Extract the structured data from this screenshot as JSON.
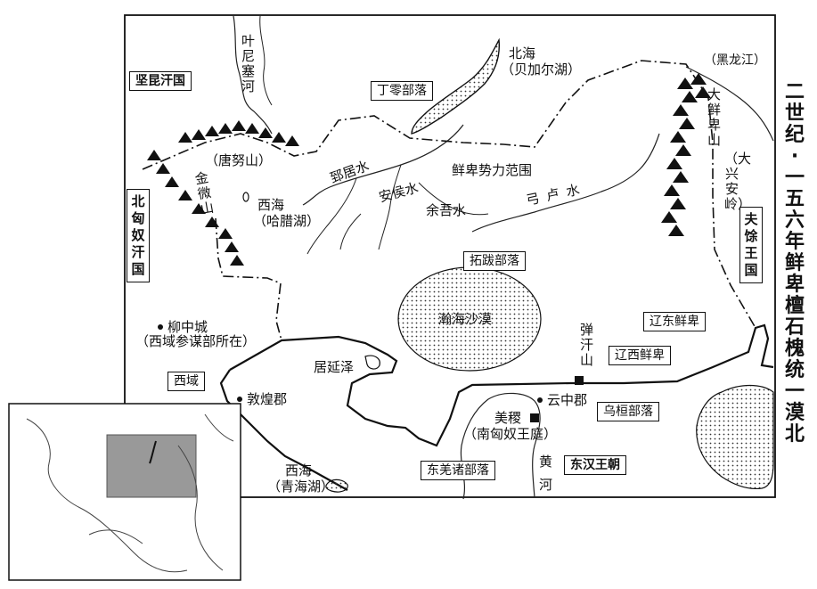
{
  "title": "二世纪·一五六年 鲜卑檀石槐统一漠北",
  "regions": {
    "jiankun": "坚昆汗国",
    "dingling": "丁零部落",
    "north_xiongnu": "北匈奴汗国",
    "fuyu": "夫馀王国",
    "xiyu": "西域",
    "tuoba": "拓跋部落",
    "liaodong": "辽东鲜卑",
    "liaoxi": "辽西鲜卑",
    "wuhuan": "乌桓部落",
    "eastern_han": "东汉王朝",
    "east_qiang": "东羌诸部落"
  },
  "physical": {
    "yenisei": "叶尼塞河",
    "beihai_a": "北海",
    "beihai_b": "（贝加尔湖）",
    "heilong": "（黑龙江）",
    "tangnu": "（唐努山）",
    "jinwei": "金微山",
    "xihai1_a": "西海",
    "xihai1_b": "（哈腊湖）",
    "zhiju": "郅居水",
    "anhou": "安侯水",
    "yuwu": "余吾水",
    "gonglu": "弓卢水",
    "daxianbei": "大鲜卑山",
    "daxing": "（大兴安岭）",
    "hanhai": "瀚海沙漠",
    "juyan": "居延泽",
    "danhan": "弹汗山",
    "xihai2_a": "西海",
    "xihai2_b": "（青海湖）",
    "yellow_river": "黄河"
  },
  "places": {
    "liuzhong_a": "柳中城",
    "liuzhong_b": "（西域参谋部所在）",
    "dunhuang": "敦煌郡",
    "yunzhong": "云中郡",
    "meiji_a": "美稷",
    "meiji_b": "（南匈奴王庭）"
  },
  "legend": {
    "xianbei_range": "鲜卑势力范围"
  }
}
